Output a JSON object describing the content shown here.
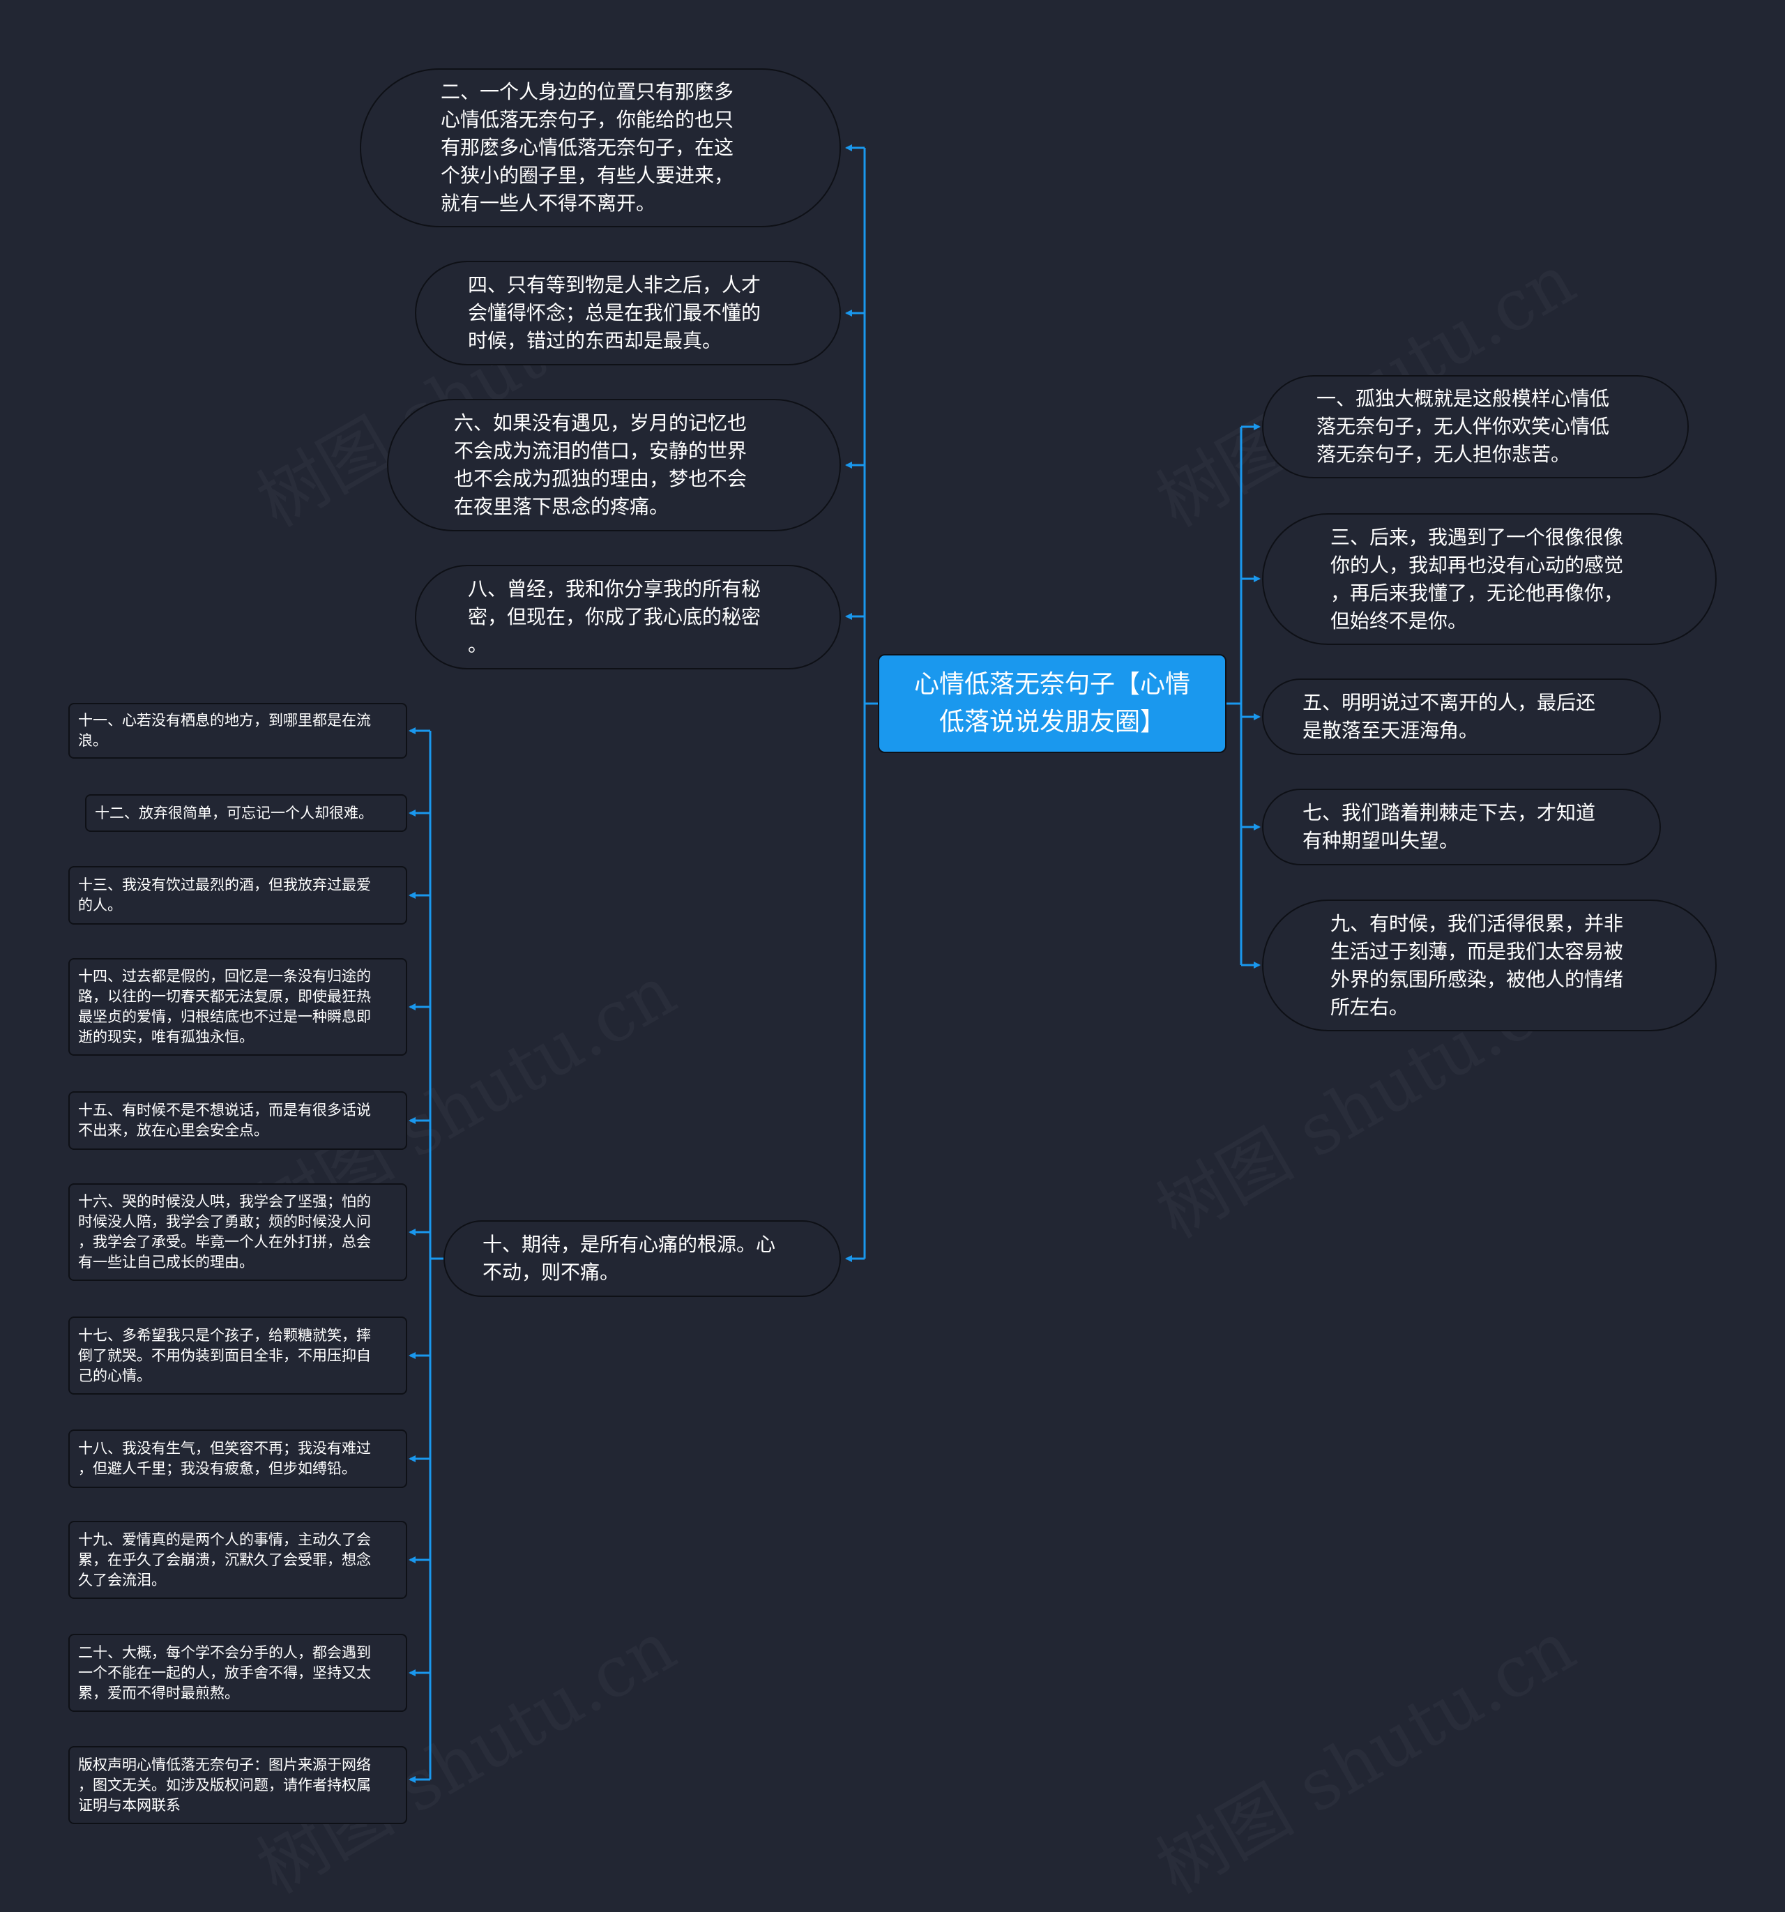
{
  "watermark": "树图 shutu.cn",
  "colors": {
    "background": "#222633",
    "root": "#1a98ee",
    "connector": "#1a98ee",
    "node_border": "#0e1016"
  },
  "root": {
    "text": "心情低落无奈句子【心情\n低落说说发朋友圈】"
  },
  "right_nodes": [
    {
      "text": "一、孤独大概就是这般模样心情低\n落无奈句子，无人伴你欢笑心情低\n落无奈句子，无人担你悲苦。"
    },
    {
      "text": "三、后来，我遇到了一个很像很像\n你的人，我却再也没有心动的感觉\n，再后来我懂了，无论他再像你，\n但始终不是你。"
    },
    {
      "text": "五、明明说过不离开的人，最后还\n是散落至天涯海角。"
    },
    {
      "text": "七、我们踏着荆棘走下去，才知道\n有种期望叫失望。"
    },
    {
      "text": "九、有时候，我们活得很累，并非\n生活过于刻薄，而是我们太容易被\n外界的氛围所感染，被他人的情绪\n所左右。"
    }
  ],
  "left_nodes": [
    {
      "text": "二、一个人身边的位置只有那麽多\n心情低落无奈句子，你能给的也只\n有那麽多心情低落无奈句子，在这\n个狭小的圈子里，有些人要进来，\n就有一些人不得不离开。"
    },
    {
      "text": "四、只有等到物是人非之后，人才\n会懂得怀念；总是在我们最不懂的\n时候，错过的东西却是最真。"
    },
    {
      "text": "六、如果没有遇见，岁月的记忆也\n不会成为流泪的借口，安静的世界\n也不会成为孤独的理由，梦也不会\n在夜里落下思念的疼痛。"
    },
    {
      "text": "八、曾经，我和你分享我的所有秘\n密，但现在，你成了我心底的秘密\n。"
    },
    {
      "text": "十、期待，是所有心痛的根源。心\n不动，则不痛。"
    }
  ],
  "sub_nodes": [
    {
      "text": "十一、心若没有栖息的地方，到哪里都是在流\n浪。"
    },
    {
      "text": "十二、放弃很简单，可忘记一个人却很难。"
    },
    {
      "text": "十三、我没有饮过最烈的酒，但我放弃过最爱\n的人。"
    },
    {
      "text": "十四、过去都是假的，回忆是一条没有归途的\n路，以往的一切春天都无法复原，即使最狂热\n最坚贞的爱情，归根结底也不过是一种瞬息即\n逝的现实，唯有孤独永恒。"
    },
    {
      "text": "十五、有时候不是不想说话，而是有很多话说\n不出来，放在心里会安全点。"
    },
    {
      "text": "十六、哭的时候没人哄，我学会了坚强；怕的\n时候没人陪，我学会了勇敢；烦的时候没人问\n，我学会了承受。毕竟一个人在外打拼，总会\n有一些让自己成长的理由。"
    },
    {
      "text": "十七、多希望我只是个孩子，给颗糖就笑，摔\n倒了就哭。不用伪装到面目全非，不用压抑自\n己的心情。"
    },
    {
      "text": "十八、我没有生气，但笑容不再；我没有难过\n，但避人千里；我没有疲惫，但步如缚铅。"
    },
    {
      "text": "十九、爱情真的是两个人的事情，主动久了会\n累，在乎久了会崩溃，沉默久了会受罪，想念\n久了会流泪。"
    },
    {
      "text": "二十、大概，每个学不会分手的人，都会遇到\n一个不能在一起的人，放手舍不得，坚持又太\n累，爱而不得时最煎熬。"
    },
    {
      "text": "版权声明心情低落无奈句子：图片来源于网络\n，图文无关。如涉及版权问题，请作者持权属\n证明与本网联系"
    }
  ]
}
